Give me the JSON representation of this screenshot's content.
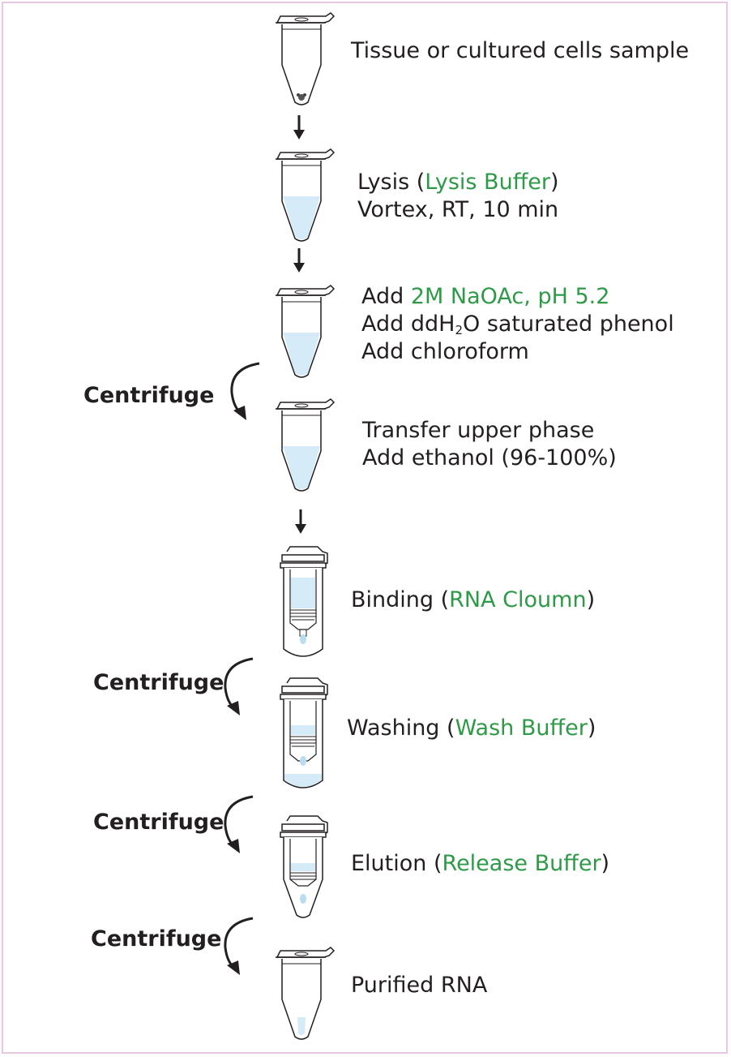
{
  "steps": [
    {
      "text_a": "Tissue or cultured cells sample"
    },
    {
      "line1_a": "Lysis (",
      "line1_b": "Lysis Buffer",
      "line1_c": ")",
      "line2": "Vortex, RT, 10 min"
    },
    {
      "line1_a": "Add ",
      "line1_b": "2M NaOAc, pH 5.2",
      "line2_a": "Add ddH",
      "line2_sub": "2",
      "line2_b": "O saturated phenol",
      "line3": "Add chloroform"
    },
    {
      "line1": "Transfer upper phase",
      "line2": "Add ethanol (96-100%)"
    },
    {
      "text_a": "Binding (",
      "text_b": "RNA Cloumn",
      "text_c": ")"
    },
    {
      "text_a": "Washing (",
      "text_b": "Wash Buffer",
      "text_c": ")"
    },
    {
      "text_a": "Elution (",
      "text_b": "Release Buffer",
      "text_c": ")"
    },
    {
      "text_a": "Purified RNA"
    }
  ],
  "centrifuge_label": "Centrifuge",
  "colors": {
    "reagent": "#2e9a47",
    "liquid": "#d6ebf8",
    "border": "#e6c8e0",
    "ink": "#231f20"
  }
}
